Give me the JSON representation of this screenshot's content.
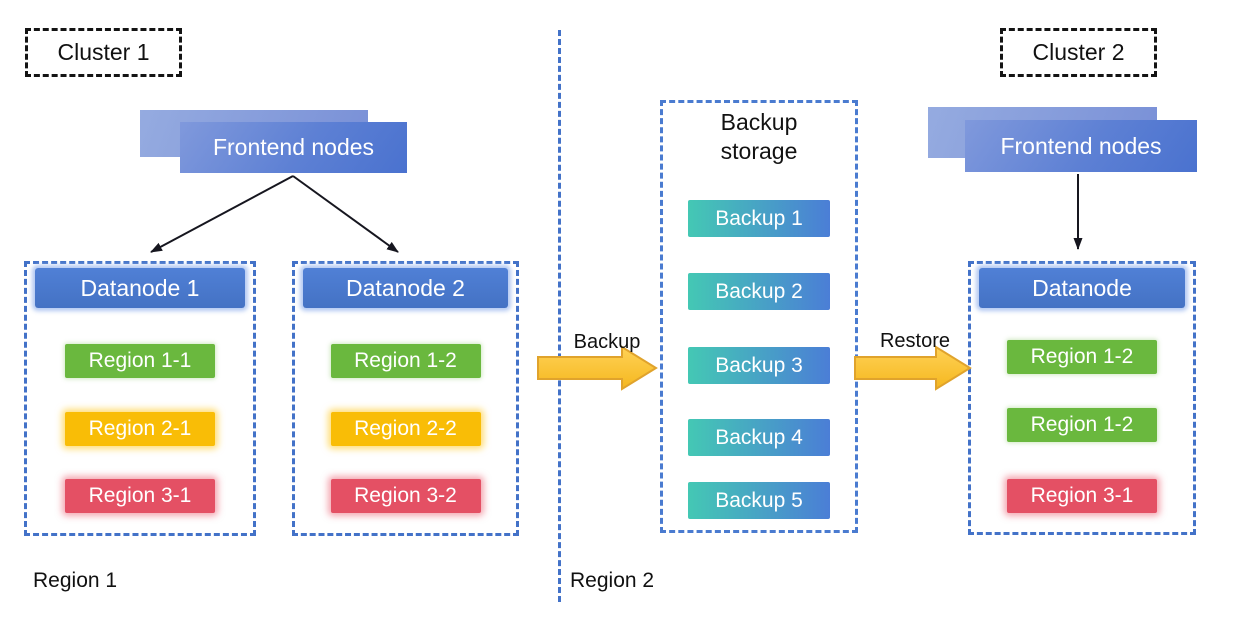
{
  "cluster1": {
    "label": "Cluster 1"
  },
  "cluster2": {
    "label": "Cluster 2"
  },
  "frontends": {
    "left": {
      "label": "Frontend nodes"
    },
    "right": {
      "label": "Frontend nodes"
    }
  },
  "datanode1": {
    "title": "Datanode 1",
    "regions": [
      {
        "label": "Region 1-1",
        "color": "green"
      },
      {
        "label": "Region 2-1",
        "color": "yellow"
      },
      {
        "label": "Region 3-1",
        "color": "red"
      }
    ]
  },
  "datanode2": {
    "title": "Datanode 2",
    "regions": [
      {
        "label": "Region 1-2",
        "color": "green"
      },
      {
        "label": "Region 2-2",
        "color": "yellow"
      },
      {
        "label": "Region 3-2",
        "color": "red"
      }
    ]
  },
  "datanode_right": {
    "title": "Datanode",
    "regions": [
      {
        "label": "Region 1-2",
        "color": "green"
      },
      {
        "label": "Region 1-2",
        "color": "green"
      },
      {
        "label": "Region 3-1",
        "color": "red"
      }
    ]
  },
  "backup_storage": {
    "title": "Backup storage",
    "items": [
      "Backup 1",
      "Backup 2",
      "Backup 3",
      "Backup 4",
      "Backup 5"
    ]
  },
  "flows": {
    "backup_label": "Backup",
    "restore_label": "Restore"
  },
  "footers": {
    "region1": "Region 1",
    "region2": "Region 2"
  },
  "colors": {
    "accent_blue": "#4472C4",
    "region_green": "#6AB83E",
    "region_yellow": "#F9BD06",
    "region_red": "#E45064",
    "backup_teal": "#44C8B4",
    "backup_blue": "#4B7ED6",
    "flow_arrow_yellow": "#FBC32F"
  }
}
